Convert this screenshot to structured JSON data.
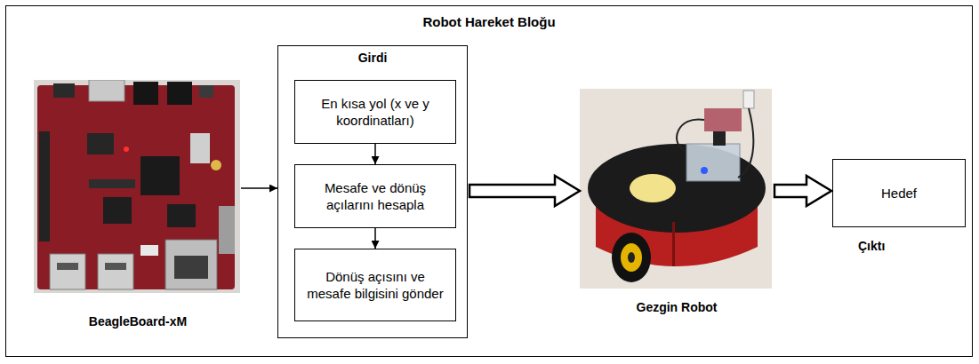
{
  "diagram": {
    "nodes": [
      {
        "text": [
          "Robot Hareket Bloğu"
        ]
      },
      {
        "text": [
          "BeagleBoard-xM"
        ],
        "in": 0
      },
      {
        "text": [
          "Girdi"
        ],
        "in": 0
      },
      {
        "text": [
          "En kısa yol (x ve y koordinatları)"
        ],
        "in": 2
      },
      {
        "text": [
          "Mesafe ve dönüş açılarını hesapla"
        ],
        "in": 2
      },
      {
        "text": [
          "Dönüş açısını ve mesafe bilgisini gönder"
        ],
        "in": 2
      },
      {
        "text": [
          "Gezgin Robot"
        ],
        "in": 0
      },
      {
        "text": [
          "Hedef",
          "Çıktı"
        ],
        "in": 0
      }
    ],
    "edges": [
      {
        "from": 1,
        "to": 2,
        "arrow": "to"
      },
      {
        "from": 3,
        "to": 4,
        "arrow": "to"
      },
      {
        "from": 4,
        "to": 5,
        "arrow": "to"
      },
      {
        "from": 2,
        "to": 6,
        "arrow": "to"
      },
      {
        "from": 6,
        "to": 7,
        "arrow": "to"
      }
    ]
  }
}
